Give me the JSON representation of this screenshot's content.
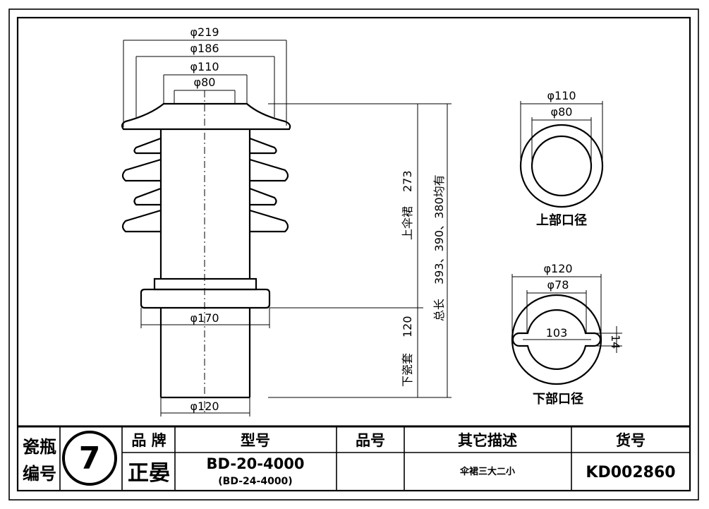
{
  "drawing": {
    "top_dims": [
      "φ219",
      "φ186",
      "φ110",
      "φ80"
    ],
    "flange_dim": "φ170",
    "bottom_dim": "φ120",
    "upper_skirt_label": "上伞裙",
    "upper_skirt_value": "273",
    "lower_sleeve_label": "下瓷套",
    "lower_sleeve_value": "120",
    "total_length_label": "总长",
    "total_length_value": "393、390、380均有"
  },
  "upper_port": {
    "outer_dim": "φ110",
    "inner_dim": "φ80",
    "title": "上部口径"
  },
  "lower_port": {
    "outer_dim": "φ120",
    "inner_dim": "φ78",
    "slot_dim": "103",
    "slot_width_dim": "14",
    "title": "下部口径"
  },
  "table": {
    "code_label_1": "瓷瓶",
    "code_label_2": "编号",
    "number": "7",
    "brand_header": "品 牌",
    "brand_value": "正晏",
    "model_header": "型号",
    "model_value": "BD-20-4000",
    "model_alt": "(BD-24-4000)",
    "part_header": "品号",
    "part_value": "",
    "desc_header": "其它描述",
    "desc_value": "伞裙三大二小",
    "sku_header": "货号",
    "sku_value": "KD002860"
  }
}
